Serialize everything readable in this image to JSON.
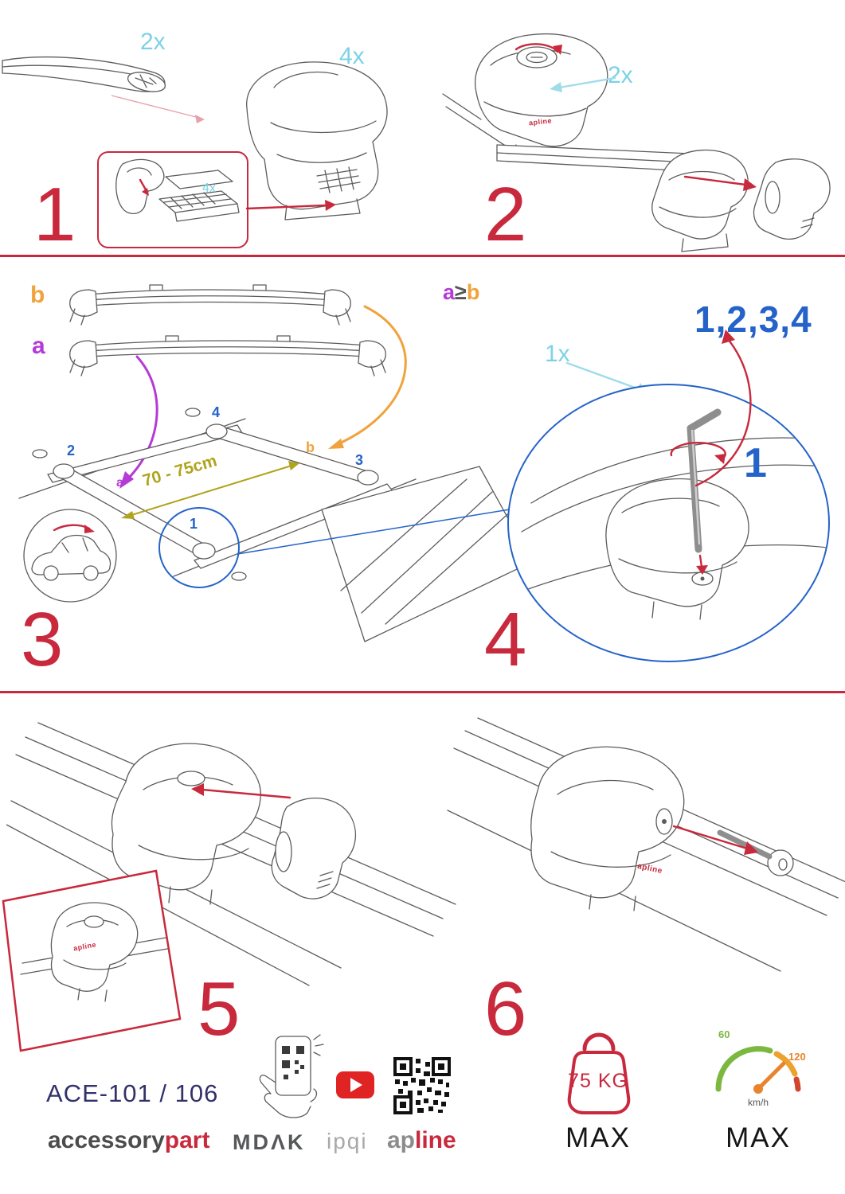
{
  "colors": {
    "accent_red": "#c8293c",
    "qty_cyan": "#7cd2e4",
    "orange": "#f0a33c",
    "purple": "#b43bd6",
    "blue": "#2563c8",
    "olive": "#b0a41e",
    "navy": "#32326a"
  },
  "step1": {
    "number": "1",
    "bar_qty": "2x",
    "foot_qty": "4x",
    "pad_qty": "4x"
  },
  "step2": {
    "number": "2",
    "lock_qty": "2x",
    "brand": "apline"
  },
  "step3": {
    "number": "3",
    "bar_b_label": "b",
    "bar_a_label": "a",
    "bar_span": "70 - 75cm",
    "roof_labels": {
      "front_left": "2",
      "rear_left": "4",
      "rear_mid": "b",
      "rear_right": "3",
      "front_mid": "a",
      "front_right": "1"
    }
  },
  "step4": {
    "number": "4",
    "rule_a": "a",
    "rule_op": "≥",
    "rule_b": "b",
    "tighten_order": "1,2,3,4",
    "key_qty": "1x",
    "first_position": "1"
  },
  "step5": {
    "number": "5",
    "brand": "apline"
  },
  "step6": {
    "number": "6",
    "brand": "apline"
  },
  "footer": {
    "model": "ACE-101 / 106",
    "brand_primary": "accessory",
    "brand_secondary": "part",
    "logo_mdak": "MDΛK",
    "logo_ipqi": "ipqi",
    "logo_apline_prefix": "ap",
    "logo_apline_suffix": "line",
    "load_limit": "75 KG",
    "load_max": "MAX",
    "speed_low": "60",
    "speed_high": "120",
    "speed_unit": "km/h",
    "speed_max": "MAX"
  }
}
